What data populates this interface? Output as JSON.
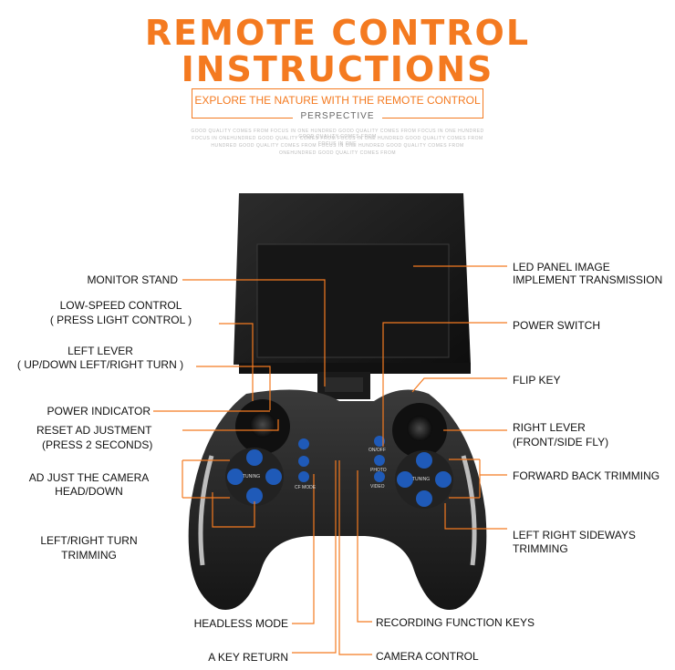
{
  "header": {
    "title_line1": "REMOTE CONTROL",
    "title_line2": "INSTRUCTIONS",
    "subtitle": "EXPLORE THE NATURE WITH THE REMOTE CONTROL",
    "subtitle2": "PERSPECTIVE",
    "fine_print": [
      "GOOD QUALITY COMES FROM FOCUS IN ONE HUNDRED GOOD QUALITY COMES FROM FOCUS IN ONE HUNDRED GOOD QUALITY COMES FROM",
      "FOCUS IN ONEHUNDRED GOOD QUALITY COMES FROM FOCUS IN ONE HUNDRED GOOD QUALITY COMES FROM FOCUS IN ONE",
      "HUNDRED GOOD QUALITY COMES FROM FOCUS IN ONE HUNDRED GOOD QUALITY COMES FROM",
      "ONEHUNDRED GOOD QUALITY COMES FROM"
    ]
  },
  "controller": {
    "btn_on_off": "ON/OFF",
    "btn_photo": "PHOTO",
    "btn_video": "VIDEO",
    "pad_left": "TUNING",
    "pad_right": "TUNING",
    "btn_cf_mode": "CF MODE"
  },
  "labels_left": [
    {
      "id": "monitor_stand",
      "lines": [
        "MONITOR STAND"
      ]
    },
    {
      "id": "low_speed",
      "lines": [
        "LOW-SPEED CONTROL",
        "( PRESS LIGHT CONTROL )"
      ]
    },
    {
      "id": "left_lever",
      "lines": [
        "LEFT LEVER",
        "( UP/DOWN LEFT/RIGHT TURN )"
      ]
    },
    {
      "id": "power_indicator",
      "lines": [
        "POWER INDICATOR"
      ]
    },
    {
      "id": "reset",
      "lines": [
        "RESET AD JUSTMENT",
        "(PRESS 2 SECONDS)"
      ]
    },
    {
      "id": "camera_adjust",
      "lines": [
        "AD JUST THE CAMERA",
        "HEAD/DOWN"
      ]
    },
    {
      "id": "lr_turn",
      "lines": [
        "LEFT/RIGHT TURN",
        "TRIMMING"
      ]
    },
    {
      "id": "headless",
      "lines": [
        "HEADLESS MODE"
      ]
    },
    {
      "id": "key_return",
      "lines": [
        "A KEY RETURN"
      ]
    }
  ],
  "labels_right": [
    {
      "id": "led_panel",
      "lines": [
        "LED PANEL IMAGE",
        "IMPLEMENT TRANSMISSION"
      ]
    },
    {
      "id": "power_switch",
      "lines": [
        "POWER SWITCH"
      ]
    },
    {
      "id": "flip_key",
      "lines": [
        "FLIP KEY"
      ]
    },
    {
      "id": "right_lever",
      "lines": [
        "RIGHT LEVER",
        "(FRONT/SIDE FLY)"
      ]
    },
    {
      "id": "fb_trim",
      "lines": [
        "FORWARD BACK TRIMMING"
      ]
    },
    {
      "id": "lr_sideways",
      "lines": [
        "LEFT RIGHT SIDEWAYS",
        "TRIMMING"
      ]
    },
    {
      "id": "recording",
      "lines": [
        "RECORDING FUNCTION KEYS"
      ]
    },
    {
      "id": "camera_control",
      "lines": [
        "CAMERA CONTROL"
      ]
    }
  ],
  "colors": {
    "accent": "#f47a20",
    "body": "#2a2a2a",
    "screen": "#1e1e1e",
    "buttons": "#1f5ab8"
  }
}
